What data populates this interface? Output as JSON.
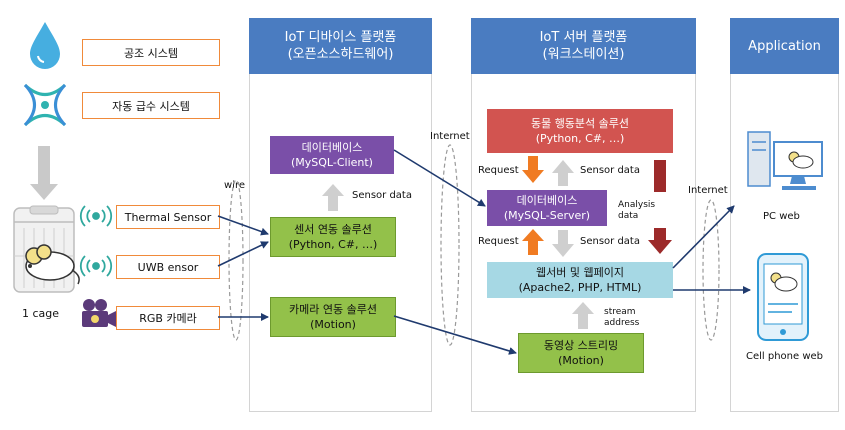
{
  "left": {
    "aircon": "공조 시스템",
    "water": "자동 급수 시스템",
    "thermal": "Thermal Sensor",
    "uwb": "UWB ensor",
    "rgb": "RGB 카메라",
    "cage": "1 cage",
    "wire": "wire"
  },
  "iot_device": {
    "title": "IoT 디바이스 플랫폼",
    "subtitle": "(오픈소스하드웨어)",
    "db_title": "데이터베이스",
    "db_sub": "(MySQL-Client)",
    "sensor_sol_title": "센서 연동 솔루션",
    "sensor_sol_sub": "(Python, C#, …)",
    "camera_sol_title": "카메라 연동 솔루션",
    "camera_sol_sub": "(Motion)",
    "sensor_data": "Sensor data"
  },
  "iot_server": {
    "title": "IoT 서버 플랫폼",
    "subtitle": "(워크스테이션)",
    "analysis_title": "동물 행동분석 솔루션",
    "analysis_sub": "(Python, C#, …)",
    "db_title": "데이터베이스",
    "db_sub": "(MySQL-Server)",
    "web_title": "웹서버 및 웹페이지",
    "web_sub": "(Apache2, PHP, HTML)",
    "stream_title": "동영상 스트리밍",
    "stream_sub": "(Motion)",
    "request1": "Request",
    "sensor_data1": "Sensor data",
    "request2": "Request",
    "sensor_data2": "Sensor data",
    "analysis_data_1": "Analysis",
    "analysis_data_2": "data",
    "stream_address_1": "stream",
    "stream_address_2": "address",
    "internet_left": "Internet",
    "internet_right": "Internet"
  },
  "application": {
    "title": "Application",
    "pc": "PC web",
    "phone": "Cell phone web"
  },
  "colors": {
    "header": "#4a7cc1",
    "purple": "#7a4fa8",
    "green": "#93c14a",
    "red": "#d25450",
    "cyan": "#a6d8e4",
    "orange": "#f08a3a",
    "arrow": "#1f3a6e"
  }
}
